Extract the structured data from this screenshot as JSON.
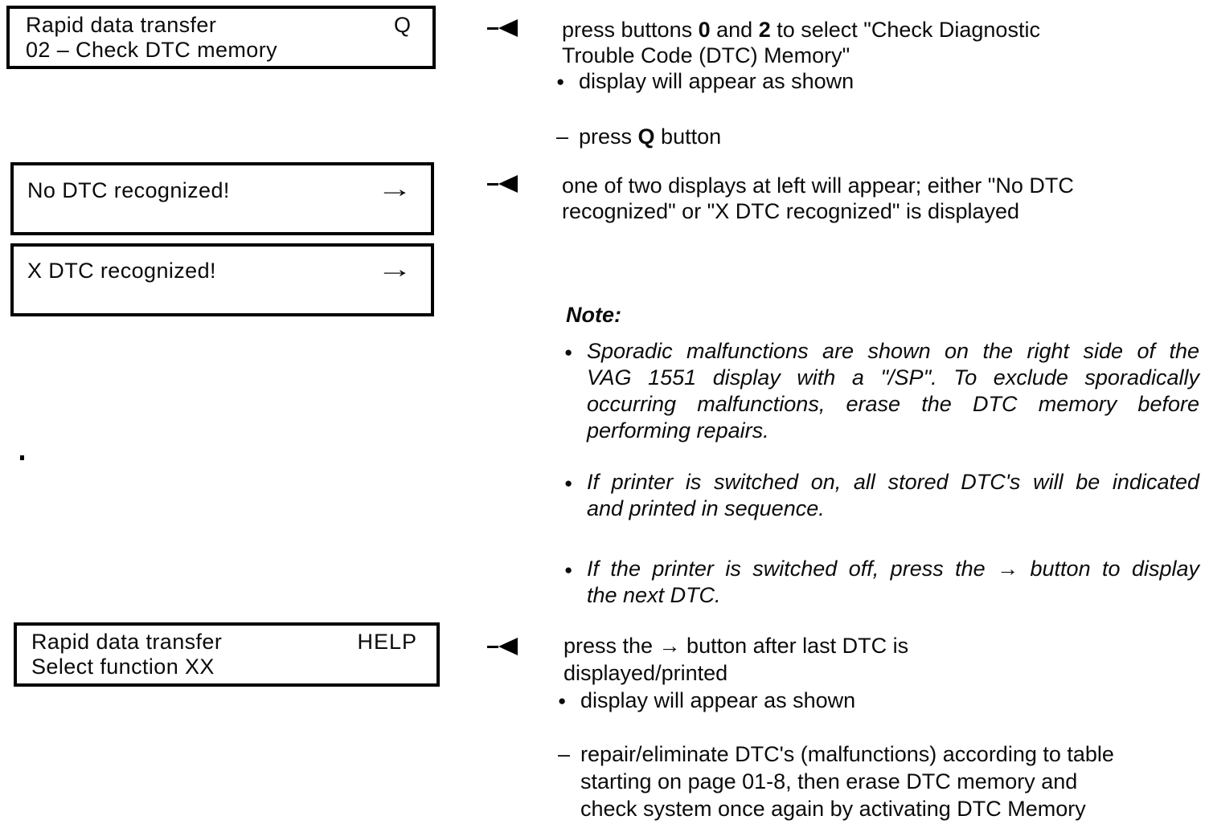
{
  "displays": {
    "d1": {
      "line1": "Rapid data transfer",
      "key": "Q",
      "line2": "02 – Check DTC memory"
    },
    "d2": {
      "line1": "No DTC recognized!",
      "arrow": "→"
    },
    "d3": {
      "line1": "X DTC recognized!",
      "arrow": "→"
    },
    "d4": {
      "line1": "Rapid data transfer",
      "key": "HELP",
      "line2": "Select function XX"
    }
  },
  "instructions": {
    "markers": {
      "bullet": "●",
      "dash": "–"
    },
    "step1": {
      "l1_pre": "press buttons ",
      "l1_b1": "0",
      "l1_mid": " and ",
      "l1_b2": "2",
      "l1_post": " to select \"Check Diagnostic",
      "l2": "Trouble Code (DTC) Memory\"",
      "bullet": "display will appear as shown",
      "dash_pre": "press ",
      "dash_b": "Q",
      "dash_post": " button"
    },
    "step2": {
      "l1": "one of two displays at left will appear; either \"No DTC",
      "l2": "recognized\" or \"X DTC recognized\" is displayed"
    },
    "note": {
      "title": "Note:",
      "item1_l1": "Sporadic malfunctions are shown on the right side of the",
      "item1_l2": "VAG 1551 display with a \"/SP\". To exclude sporadically",
      "item1_l3": "occurring malfunctions, erase the DTC memory before",
      "item1_l4": "performing repairs.",
      "item2_l1": "If printer is switched on, all stored DTC's will be indicated",
      "item2_l2": "and printed in sequence.",
      "item3_l1": "If the printer is switched off, press the → button to display",
      "item3_l2": "the next DTC."
    },
    "step3": {
      "l1": "press the → button after last DTC is",
      "l2": "displayed/printed",
      "bullet": "display will appear as shown",
      "dash_l1": "repair/eliminate DTC's (malfunctions) according to table",
      "dash_l2": "starting on page 01-8, then erase DTC memory and",
      "dash_l3": "check system once again by activating DTC Memory"
    }
  }
}
